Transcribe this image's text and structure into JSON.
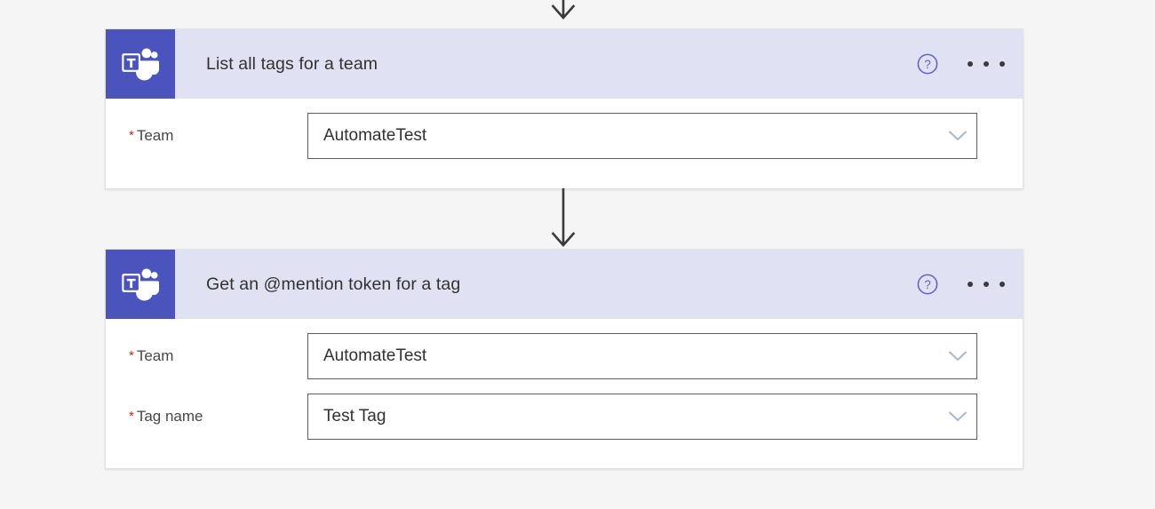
{
  "canvas": {
    "background_color": "#f5f5f5"
  },
  "connectors": [
    {
      "name": "arrow-into-list-tags",
      "icon": "arrow-down-icon"
    },
    {
      "name": "arrow-list-tags-to-mention-token",
      "icon": "arrow-down-icon"
    }
  ],
  "colors": {
    "icon_tile": "#4b53bc",
    "card_header": "#e0e2f3",
    "card_background": "#ffffff",
    "required_star": "#e81123",
    "help_icon": "#5b5fc7",
    "more_menu_dot": "#3b3a39",
    "chevron": "#a6b7cc",
    "field_border": "#605e5c"
  },
  "cards": [
    {
      "id": "list-tags",
      "title": "List all tags for a team",
      "connector_icon": "teams-icon",
      "help_icon": "question-circle-icon",
      "more_icon": "ellipsis-icon",
      "fields": [
        {
          "id": "team",
          "label": "Team",
          "required": true,
          "required_marker": "*",
          "value": "AutomateTest",
          "placeholder": "Team",
          "control": "dropdown",
          "chevron_icon": "chevron-down-icon"
        }
      ]
    },
    {
      "id": "mention-token",
      "title": "Get an @mention token for a tag",
      "connector_icon": "teams-icon",
      "help_icon": "question-circle-icon",
      "more_icon": "ellipsis-icon",
      "fields": [
        {
          "id": "team",
          "label": "Team",
          "required": true,
          "required_marker": "*",
          "value": "AutomateTest",
          "placeholder": "Team",
          "control": "dropdown",
          "chevron_icon": "chevron-down-icon"
        },
        {
          "id": "tag-name",
          "label": "Tag name",
          "required": true,
          "required_marker": "*",
          "value": "Test Tag",
          "placeholder": "Tag name",
          "control": "dropdown",
          "chevron_icon": "chevron-down-icon"
        }
      ]
    }
  ]
}
